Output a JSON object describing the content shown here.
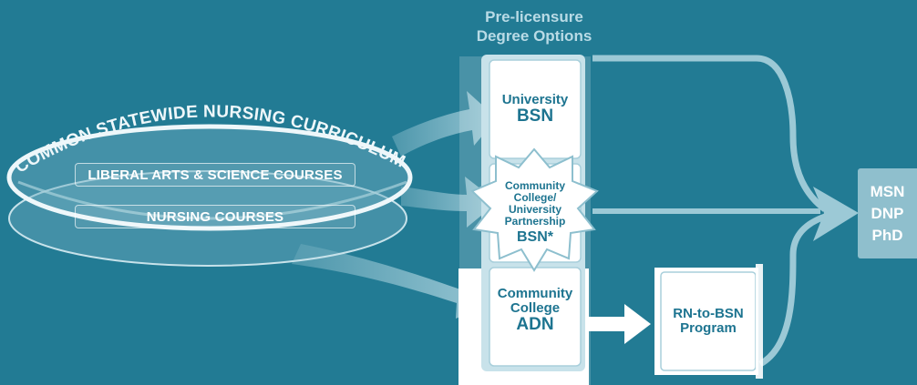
{
  "heading": {
    "line1": "Pre-licensure",
    "line2": "Degree Options"
  },
  "curriculum": {
    "arc_title": "COMMON STATEWIDE NURSING CURRICULUM",
    "course_1": "LIBERAL ARTS &  SCIENCE COURSES",
    "course_2": "NURSING COURSES"
  },
  "degrees": {
    "university_bsn": {
      "line1": "University",
      "line2": "BSN"
    },
    "partnership_bsn": {
      "line1": "Community",
      "line2": "College/",
      "line3": "University",
      "line4": "Partnership",
      "line5": "BSN*"
    },
    "community_adn": {
      "line1": "Community",
      "line2": "College",
      "line3": "ADN"
    }
  },
  "rn_to_bsn": {
    "line1": "RN-to-BSN",
    "line2": "Program"
  },
  "outcomes": {
    "line1": "MSN",
    "line2": "DNP",
    "line3": "PhD"
  },
  "colors": {
    "background": "#227b94",
    "box_fill": "#ffffff",
    "box_text": "#1d7490",
    "arrow": "#9cc9d6",
    "heading_text": "#b9dbe6",
    "outcome_box": "#8fbfcd"
  }
}
